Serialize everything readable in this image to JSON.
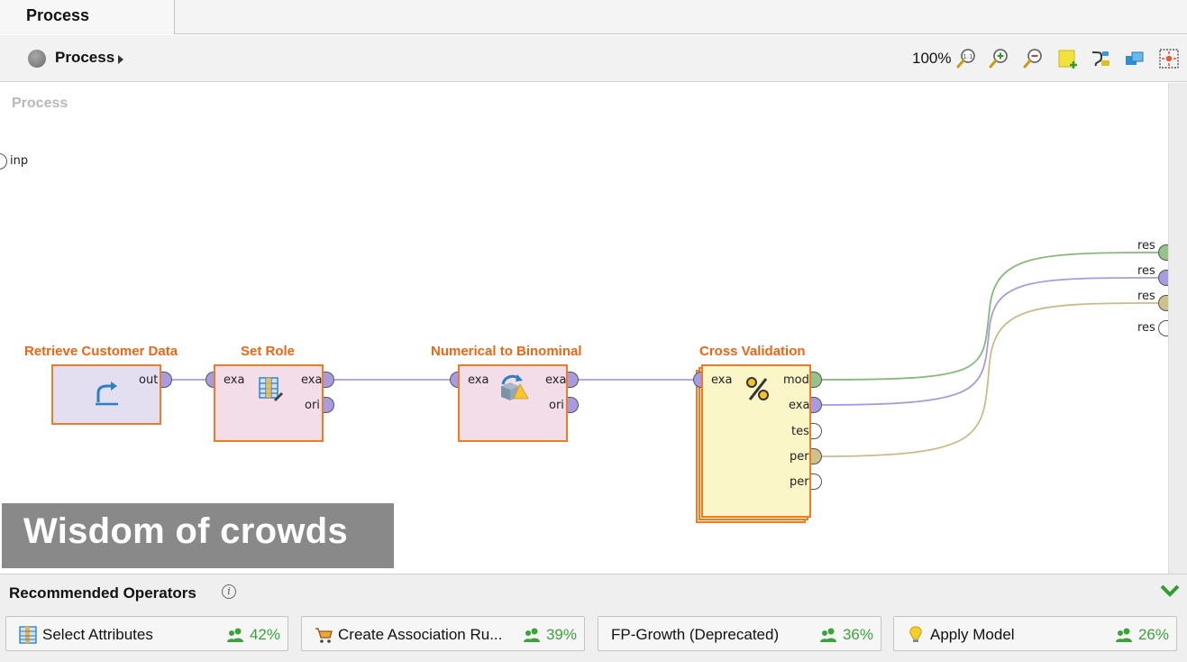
{
  "tab": {
    "label": "Process"
  },
  "breadcrumb": {
    "label": "Process"
  },
  "toolbar": {
    "zoom": "100%",
    "icons": [
      "zoom-reset-icon",
      "zoom-in-icon",
      "zoom-out-icon",
      "add-note-icon",
      "auto-wire-icon",
      "arrange-icon",
      "fit-view-icon"
    ]
  },
  "canvas": {
    "title": "Process",
    "input_port": "inp",
    "result_ports": [
      "res",
      "res",
      "res",
      "res"
    ]
  },
  "operators": {
    "retrieve": {
      "title": "Retrieve Customer Data",
      "ports_out": [
        "out"
      ]
    },
    "set_role": {
      "title": "Set Role",
      "ports_in": [
        "exa"
      ],
      "ports_out": [
        "exa",
        "ori"
      ]
    },
    "num2bin": {
      "title": "Numerical to Binominal",
      "ports_in": [
        "exa"
      ],
      "ports_out": [
        "exa",
        "ori"
      ]
    },
    "cross_val": {
      "title": "Cross Validation",
      "ports_in": [
        "exa"
      ],
      "ports_out": [
        "mod",
        "exa",
        "tes",
        "per",
        "per"
      ]
    }
  },
  "wire_colors": {
    "example": "#a99be0",
    "model": "#86b97a",
    "performance": "#c9bc86"
  },
  "caption": "Wisdom of crowds",
  "recommended": {
    "title": "Recommended Operators",
    "items": [
      {
        "label": "Select Attributes",
        "pct": "42%",
        "icon": "table-icon"
      },
      {
        "label": "Create Association Ru...",
        "pct": "39%",
        "icon": "cart-icon"
      },
      {
        "label": "FP-Growth (Deprecated)",
        "pct": "36%",
        "icon": ""
      },
      {
        "label": "Apply Model",
        "pct": "26%",
        "icon": "lightbulb-icon"
      }
    ]
  }
}
